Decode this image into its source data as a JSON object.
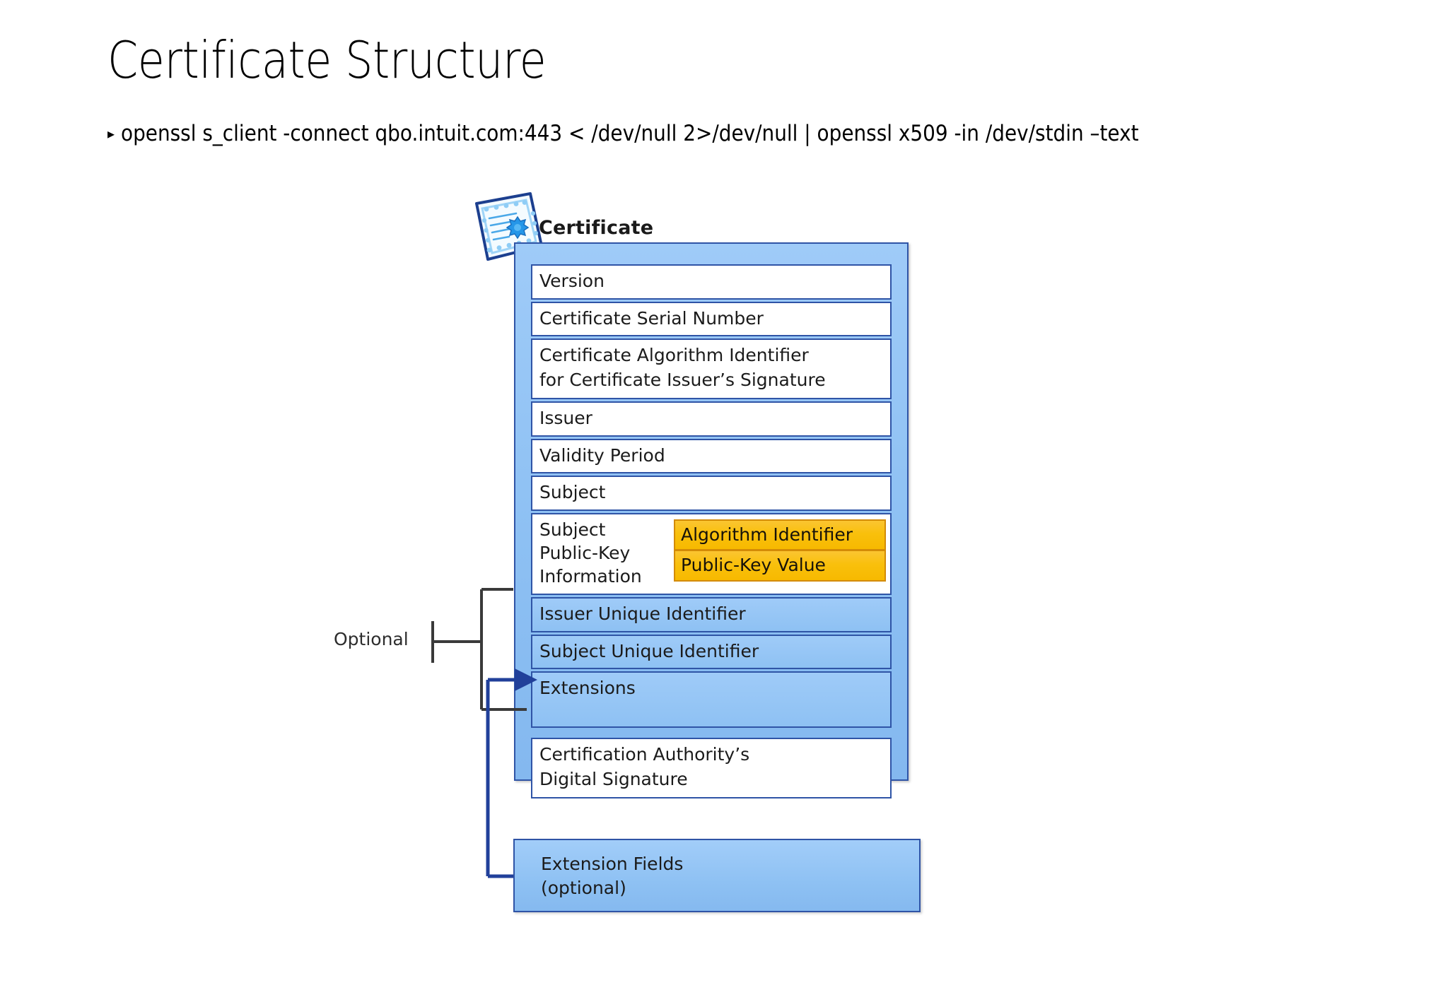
{
  "slide": {
    "title": "Certificate Structure",
    "bullet_marker": "▸",
    "bullet_text": "openssl  s_client  -connect  qbo.intuit.com:443 < /dev/null  2>/dev/null  | openssl  x509 -in /dev/stdin  –text"
  },
  "diagram": {
    "icon_name": "certificate-icon",
    "icon_label": "Certificate",
    "optional_label": "Optional",
    "rows": [
      {
        "id": "version",
        "label": "Version",
        "style": "white"
      },
      {
        "id": "serial",
        "label": "Certificate Serial Number",
        "style": "white"
      },
      {
        "id": "algorithm-id",
        "label_line1": "Certificate Algorithm Identifier",
        "label_line2": "for Certificate Issuer’s Signature",
        "style": "white"
      },
      {
        "id": "issuer",
        "label": "Issuer",
        "style": "white"
      },
      {
        "id": "validity",
        "label": "Validity Period",
        "style": "white"
      },
      {
        "id": "subject",
        "label": "Subject",
        "style": "white"
      },
      {
        "id": "spki",
        "label_line1": "Subject",
        "label_line2": "Public-Key",
        "label_line3": "Information",
        "style": "white",
        "nested": [
          {
            "id": "algorithm-identifier",
            "label": "Algorithm Identifier"
          },
          {
            "id": "public-key-value",
            "label": "Public-Key Value"
          }
        ]
      },
      {
        "id": "issuer-uid",
        "label": "Issuer Unique Identifier",
        "style": "blue"
      },
      {
        "id": "subject-uid",
        "label": "Subject Unique Identifier",
        "style": "blue"
      },
      {
        "id": "extensions",
        "label": "Extensions",
        "style": "blue"
      },
      {
        "id": "ca-signature",
        "label_line1": "Certification Authority’s",
        "label_line2": "Digital Signature",
        "style": "white"
      }
    ],
    "extension_fields": {
      "label_line1": "Extension Fields",
      "label_line2": "(optional)"
    }
  },
  "colors": {
    "container_blue": "#8ec1f3",
    "border_blue": "#2f54a6",
    "orange_fill": "#f9c00c",
    "orange_border": "#d38b06",
    "arrow_blue": "#21409a",
    "bracket_gray": "#3a3a3a",
    "page_background": "#ffffff"
  }
}
